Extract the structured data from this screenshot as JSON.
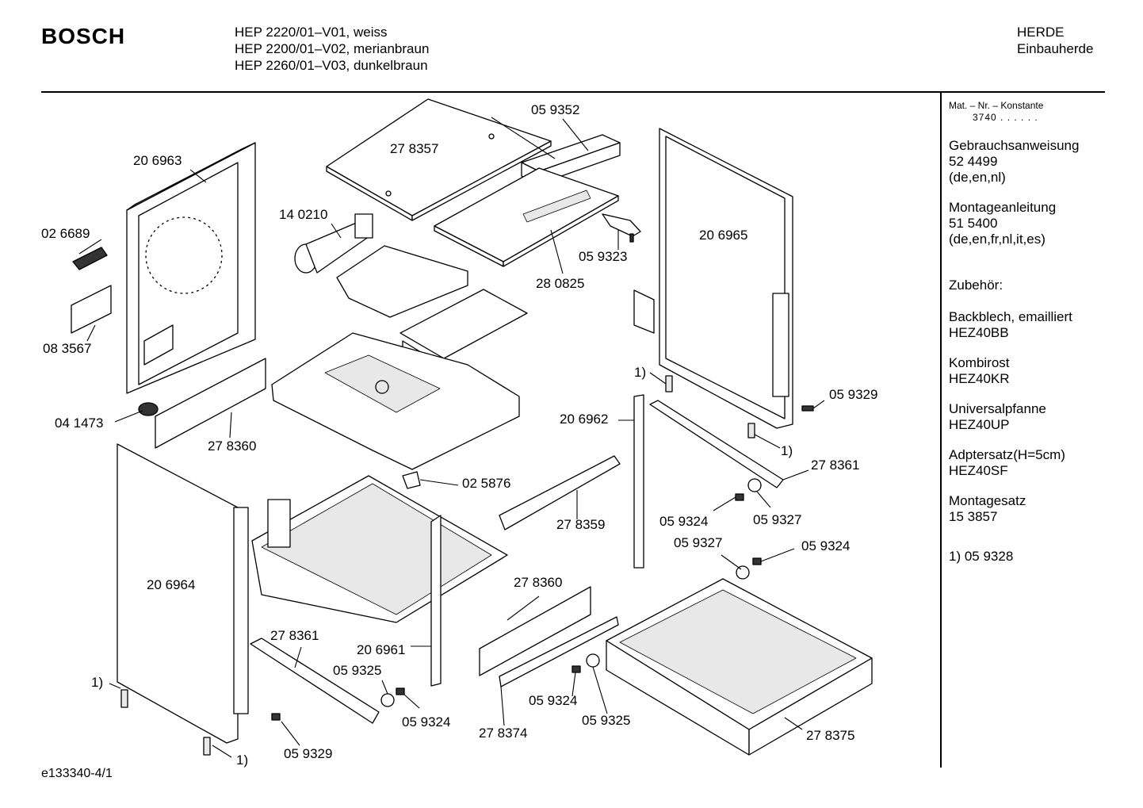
{
  "header": {
    "brand": "BOSCH",
    "models": [
      "HEP 2220/01–V01, weiss",
      "HEP 2200/01–V02, merianbraun",
      "HEP 2260/01–V03, dunkelbraun"
    ],
    "category": [
      "HERDE",
      "Einbauherde"
    ]
  },
  "sidebar": {
    "mat_label": "Mat. – Nr. – Konstante",
    "mat_value": "3740  .  .  .  .  .  .",
    "blocks": [
      [
        "Gebrauchsanweisung",
        "52 4499",
        "(de,en,nl)"
      ],
      [
        "Montageanleitung",
        "51 5400",
        "(de,en,fr,nl,it,es)"
      ],
      [
        "Zubehör:"
      ],
      [
        "Backblech, emailliert",
        "HEZ40BB"
      ],
      [
        "Kombirost",
        "HEZ40KR"
      ],
      [
        "Universalpfanne",
        "HEZ40UP"
      ],
      [
        "Adptersatz(H=5cm)",
        "HEZ40SF"
      ],
      [
        "Montagesatz",
        "15 3857"
      ],
      [
        "1)  05 9328"
      ]
    ]
  },
  "parts": [
    {
      "id": "278357",
      "text": "27 8357"
    },
    {
      "id": "059352",
      "text": "05 9352"
    },
    {
      "id": "206963",
      "text": "20 6963"
    },
    {
      "id": "140210",
      "text": "14 0210"
    },
    {
      "id": "026689",
      "text": "02 6689"
    },
    {
      "id": "206965",
      "text": "20 6965"
    },
    {
      "id": "059323",
      "text": "05 9323"
    },
    {
      "id": "280825",
      "text": "28 0825"
    },
    {
      "id": "083567",
      "text": "08 3567"
    },
    {
      "id": "note1a",
      "text": "1)"
    },
    {
      "id": "059329a",
      "text": "05 9329"
    },
    {
      "id": "041473",
      "text": "04 1473"
    },
    {
      "id": "206962",
      "text": "20 6962"
    },
    {
      "id": "note1b",
      "text": "1)"
    },
    {
      "id": "278360a",
      "text": "27 8360"
    },
    {
      "id": "278361a",
      "text": "27 8361"
    },
    {
      "id": "025876",
      "text": "02 5876"
    },
    {
      "id": "278359",
      "text": "27 8359"
    },
    {
      "id": "059324a",
      "text": "05 9324"
    },
    {
      "id": "059327a",
      "text": "05 9327"
    },
    {
      "id": "059327b",
      "text": "05 9327"
    },
    {
      "id": "059324b",
      "text": "05 9324"
    },
    {
      "id": "206964",
      "text": "20 6964"
    },
    {
      "id": "278360b",
      "text": "27 8360"
    },
    {
      "id": "278361b",
      "text": "27 8361"
    },
    {
      "id": "206961",
      "text": "20 6961"
    },
    {
      "id": "059325a",
      "text": "05 9325"
    },
    {
      "id": "note1c",
      "text": "1)"
    },
    {
      "id": "059324c",
      "text": "05 9324"
    },
    {
      "id": "059324d",
      "text": "05 9324"
    },
    {
      "id": "059325b",
      "text": "05 9325"
    },
    {
      "id": "278374",
      "text": "27 8374"
    },
    {
      "id": "278375",
      "text": "27 8375"
    },
    {
      "id": "note1d",
      "text": "1)"
    },
    {
      "id": "059329b",
      "text": "05 9329"
    }
  ],
  "footer": {
    "doc_id": "e133340-4/1"
  }
}
